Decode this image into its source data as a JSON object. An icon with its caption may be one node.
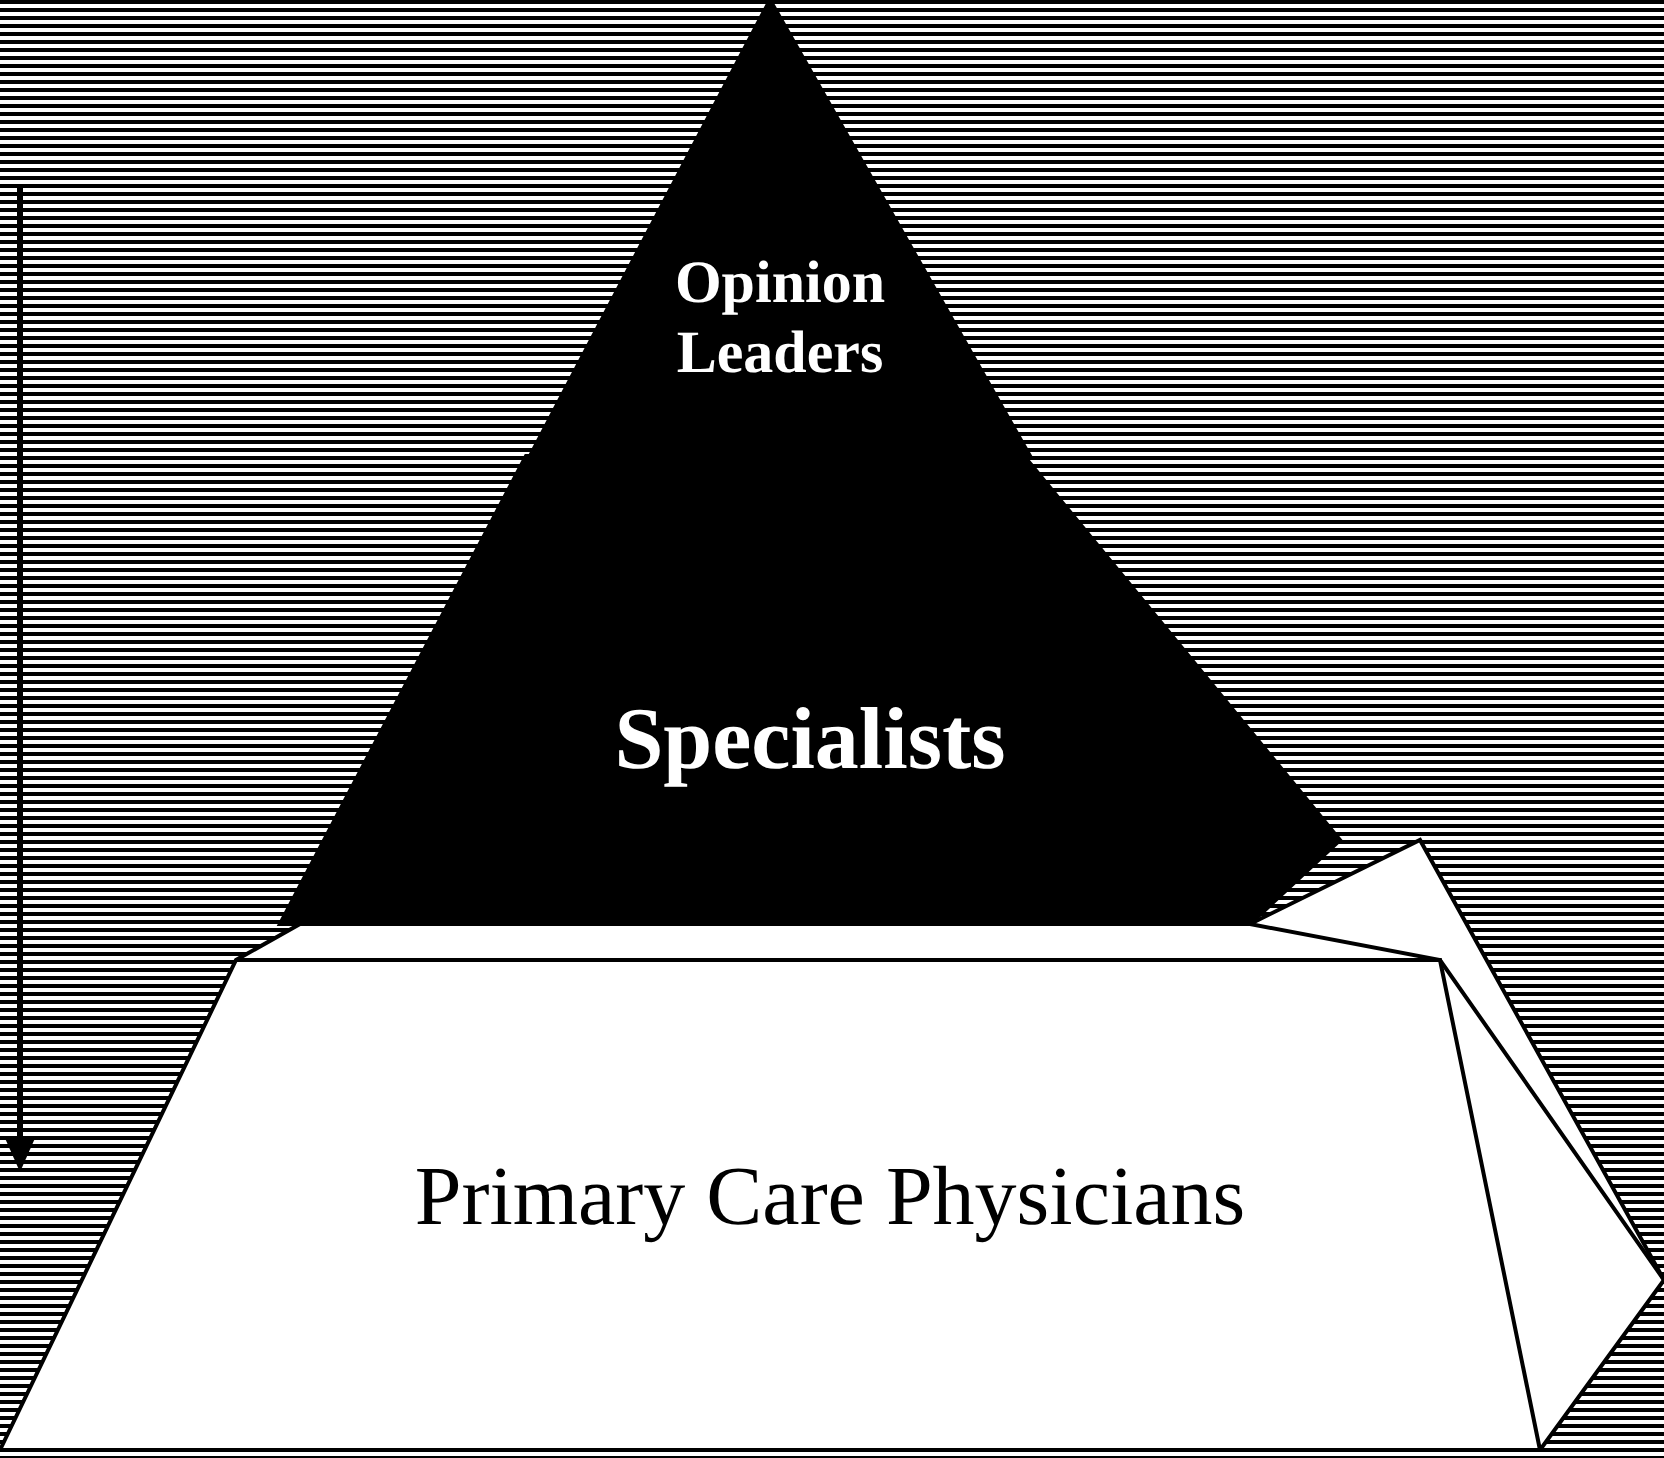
{
  "diagram": {
    "nodes": [
      {
        "text": [
          "Opinion Leaders"
        ]
      },
      {
        "text": [
          "Specialists"
        ]
      },
      {
        "text": [
          "Primary Care Physicians"
        ]
      }
    ]
  }
}
